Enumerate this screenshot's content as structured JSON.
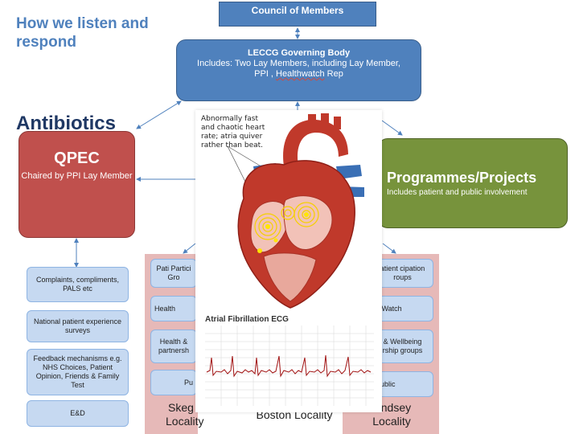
{
  "title": "How we listen and respond",
  "council": "Council of Members",
  "governing": {
    "heading": "LECCG Governing Body",
    "line1": "Includes: Two Lay Members, including Lay Member,",
    "line2a": "PPI ,",
    "line2b": "Healthwatch",
    "line2c": "Rep"
  },
  "antibiotics": "Antibiotics",
  "qpec": {
    "title": "QPEC",
    "subtitle": "Chaired by PPI Lay Member"
  },
  "programmes": {
    "title": "Programmes/Projects",
    "subtitle": "Includes patient and public involvement"
  },
  "left_boxes": [
    "Complaints, compliments, PALS etc",
    "National patient experience surveys",
    "Feedback mechanisms e.g. NHS Choices, Patient Opinion, Friends & Family Test",
    "E&D"
  ],
  "skegness_boxes": [
    "Pati Partici Gro",
    "Health",
    "Health & partnersh",
    "Pu"
  ],
  "lindsey_boxes": [
    "atient cipation roups",
    "h Watch",
    "& Wellbeing rship groups",
    "Public"
  ],
  "localities": {
    "skegness": "Skeg Locality",
    "boston": "Boston Locality",
    "lindsey": "Lindsey Locality"
  },
  "heart_label": "Abnormally fast and chaotic heart rate; atria quiver rather than beat.",
  "ecg_title": "Atrial Fibrillation ECG",
  "colors": {
    "blue": "#4f81bd",
    "red": "#c0504d",
    "green": "#77933c",
    "light_blue": "#c6d9f1",
    "panel_pink": "#e6b9b8"
  }
}
